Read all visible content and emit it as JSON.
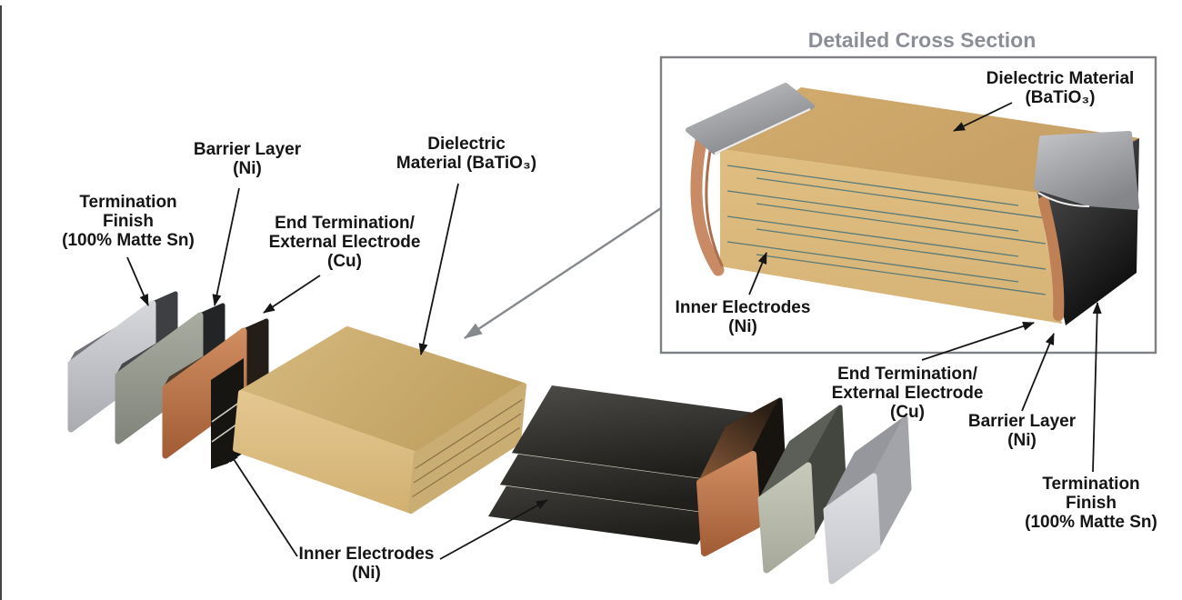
{
  "inset": {
    "title": "Detailed Cross Section",
    "labels": {
      "dielectric": [
        "Dielectric Material",
        "(BaTiO₃)"
      ],
      "inner_electrodes": [
        "Inner Electrodes",
        "(Ni)"
      ],
      "end_termination": [
        "End Termination/",
        "External Electrode",
        "(Cu)"
      ],
      "barrier_layer": [
        "Barrier Layer",
        "(Ni)"
      ],
      "termination_finish": [
        "Termination",
        "Finish",
        "(100% Matte Sn)"
      ]
    }
  },
  "exploded": {
    "labels": {
      "termination_finish": [
        "Termination",
        "Finish",
        "(100% Matte Sn)"
      ],
      "barrier_layer": [
        "Barrier Layer",
        "(Ni)"
      ],
      "end_termination": [
        "End Termination/",
        "External Electrode",
        "(Cu)"
      ],
      "dielectric": [
        "Dielectric",
        "Material (BaTiO₃)"
      ],
      "inner_electrodes": [
        "Inner Electrodes",
        "(Ni)"
      ]
    }
  },
  "colors": {
    "dielectric_tan": "#d2b172",
    "copper": "#c1794f",
    "nickel_dark_gray": "#8b8e85",
    "tin_silver": "#c9cad0",
    "electrode_teal_line": "#597a78",
    "title_gray": "#8b8e97",
    "inset_border_gray": "#7e8083",
    "label_text": "#151515"
  }
}
